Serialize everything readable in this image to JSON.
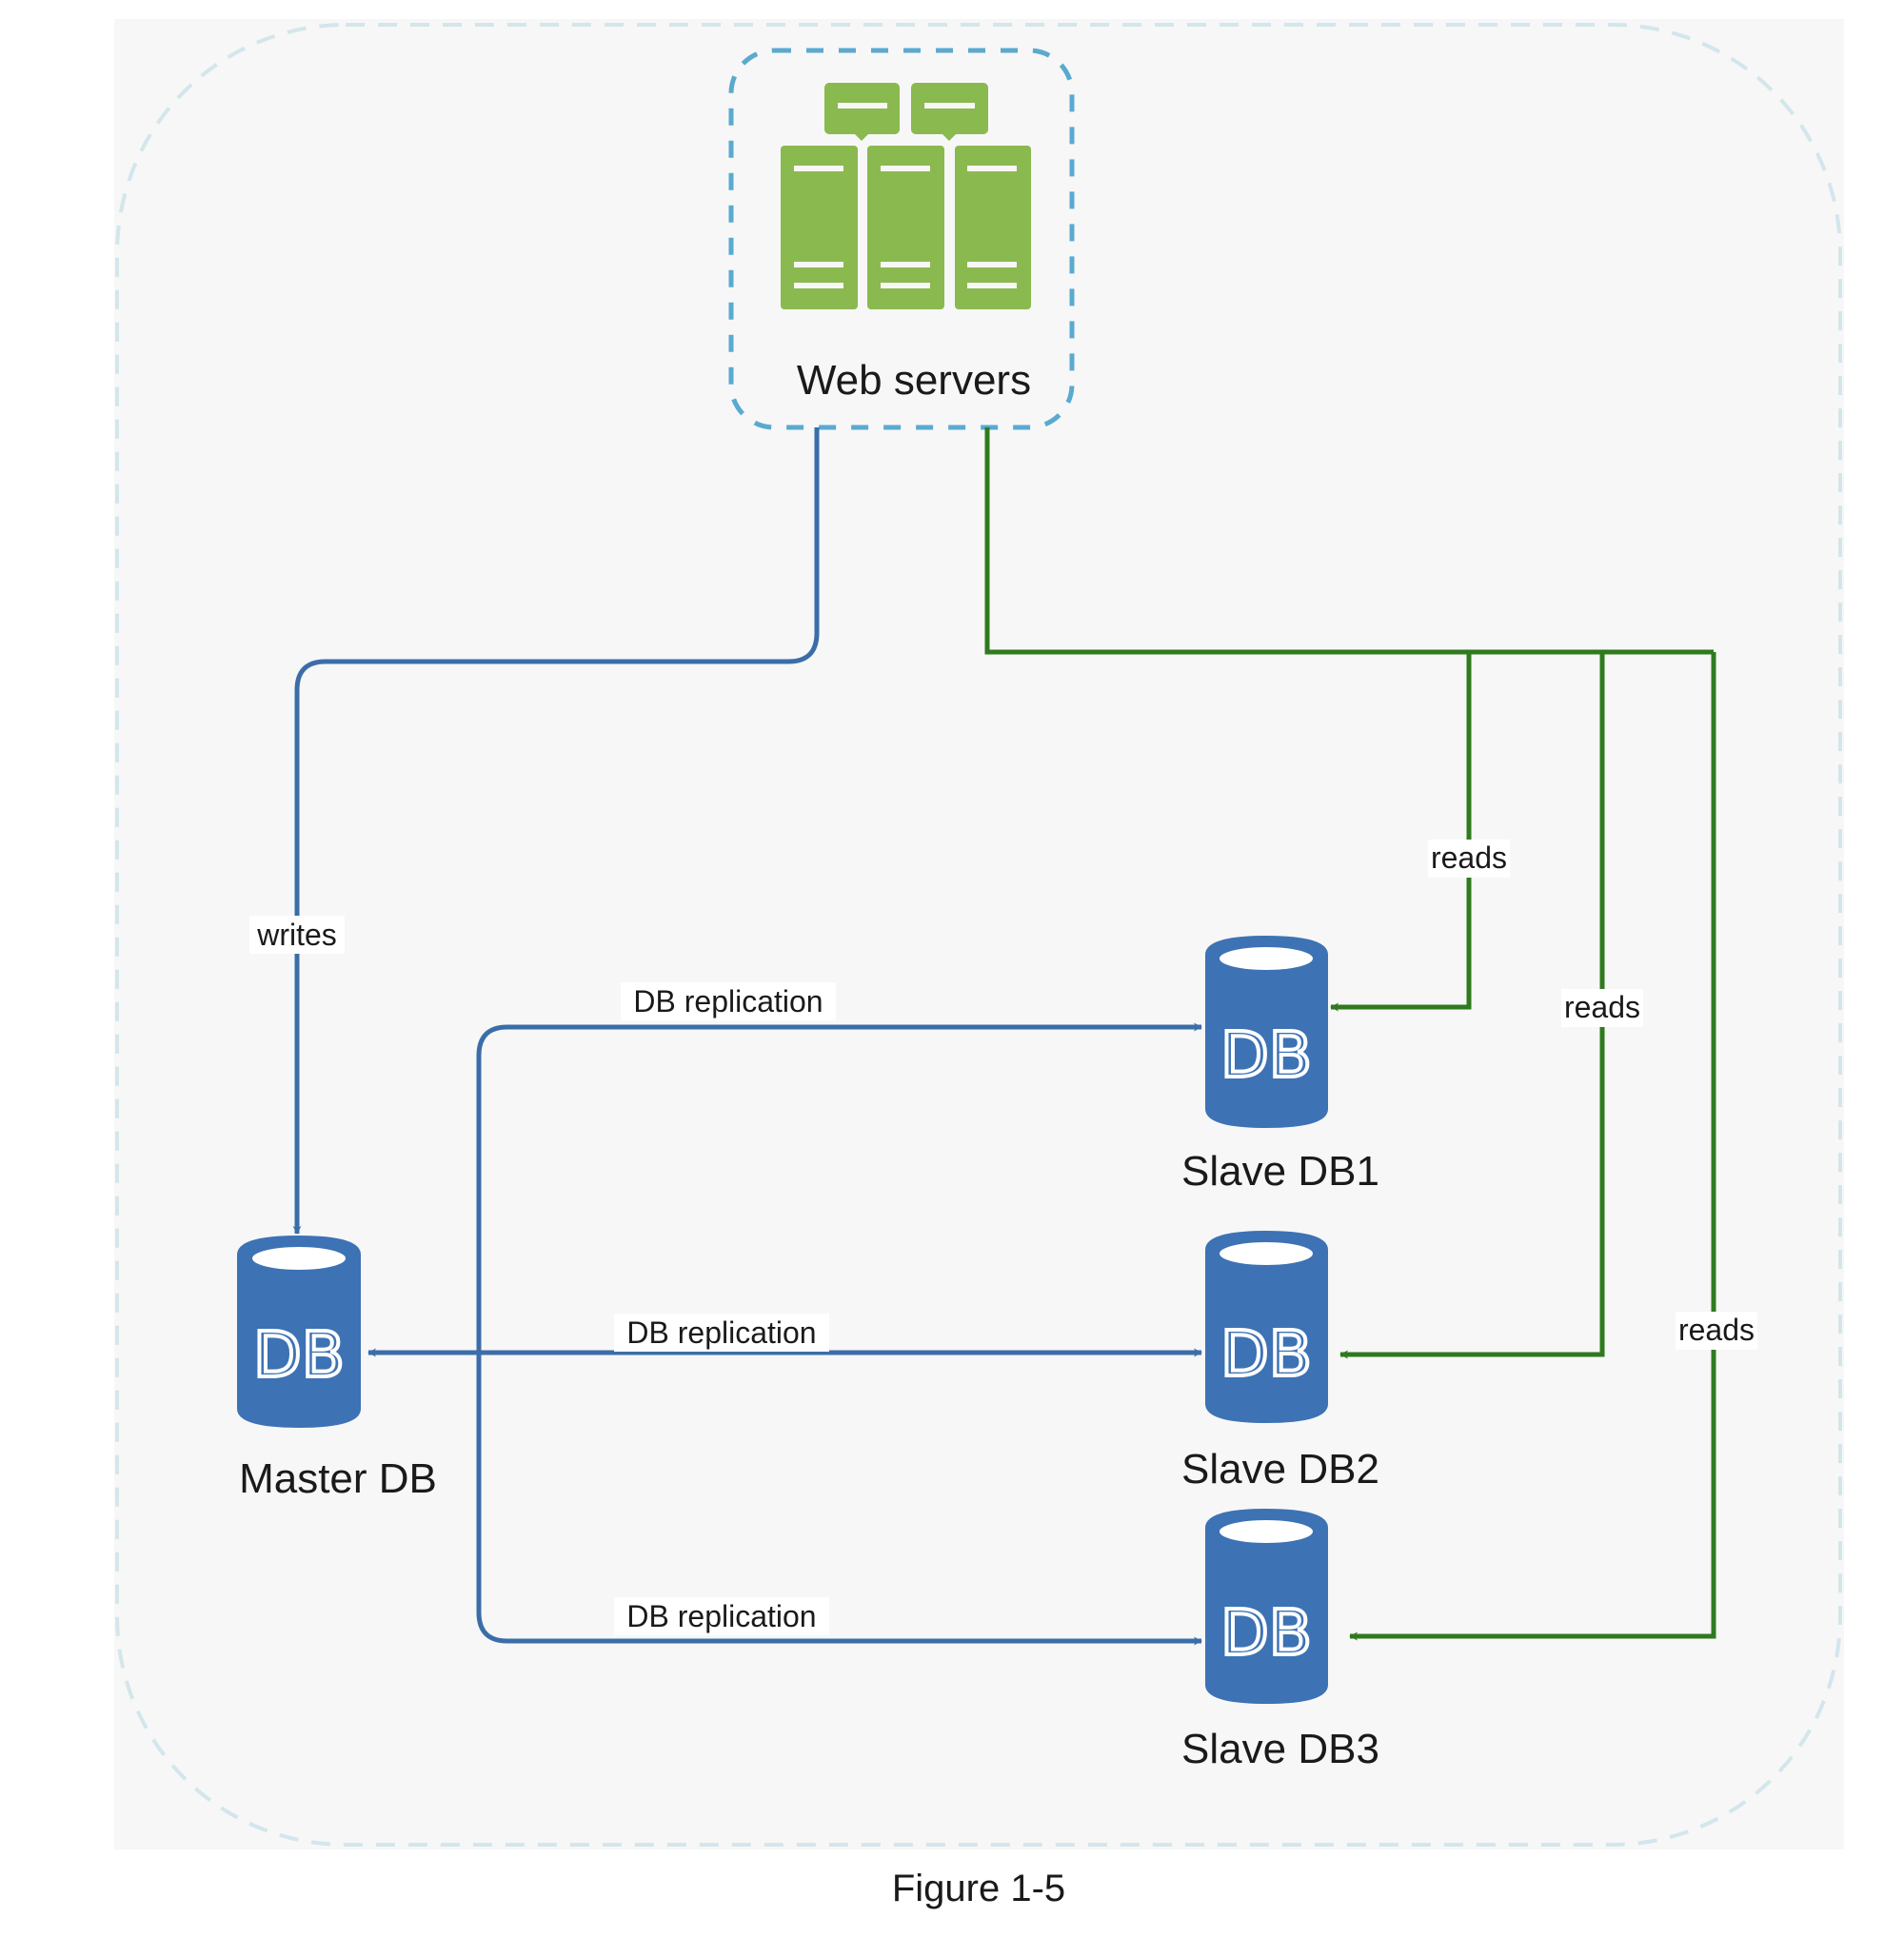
{
  "diagram": {
    "caption": "Figure 1-5",
    "colors": {
      "panel_bg": "#f7f7f7",
      "panel_border": "#d3e6ec",
      "group_border": "#5aaad0",
      "server_green": "#8ab94f",
      "db_blue": "#3d72b4",
      "write_line": "#3b6ea8",
      "read_line": "#2f7a1f"
    },
    "web_servers": {
      "label": "Web servers",
      "icon": "server-rack-icon"
    },
    "master": {
      "label": "Master DB",
      "icon_text": "DB"
    },
    "slaves": [
      {
        "label": "Slave DB1",
        "icon_text": "DB"
      },
      {
        "label": "Slave DB2",
        "icon_text": "DB"
      },
      {
        "label": "Slave DB3",
        "icon_text": "DB"
      }
    ],
    "edges": {
      "writes": "writes",
      "replication": [
        "DB replication",
        "DB replication",
        "DB replication"
      ],
      "reads": [
        "reads",
        "reads",
        "reads"
      ]
    }
  }
}
